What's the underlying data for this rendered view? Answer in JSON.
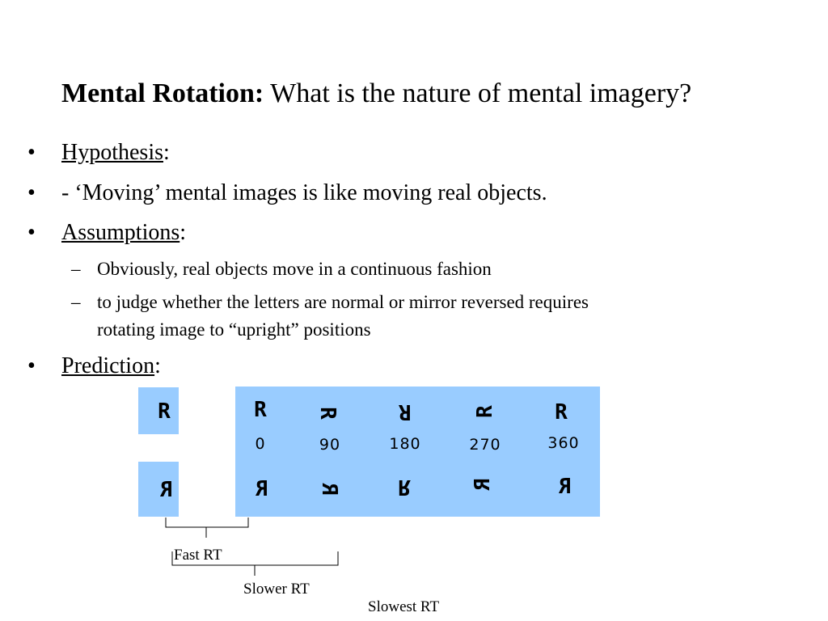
{
  "title": {
    "bold": "Mental Rotation:",
    "rest": " What is the nature of mental imagery?"
  },
  "bullets": [
    {
      "label": "Hypothesis",
      "suffix": ":"
    },
    {
      "label": "",
      "suffix": "- ‘Moving’ mental images is like moving real objects."
    },
    {
      "label": "Assumptions",
      "suffix": ":"
    },
    {
      "label": "Prediction",
      "suffix": ":"
    }
  ],
  "bullet_mark": "•",
  "sub_dash": "–",
  "assumptions": [
    "Obviously, real objects move in a continuous fashion",
    "to judge whether the letters are normal or mirror reversed requires",
    "rotating image to “upright” positions"
  ],
  "figure": {
    "letter": "R",
    "angles": [
      "0",
      "90",
      "180",
      "270",
      "360"
    ],
    "rt_labels": {
      "fast": "Fast RT",
      "slower": "Slower RT",
      "slowest": "Slowest RT"
    }
  }
}
